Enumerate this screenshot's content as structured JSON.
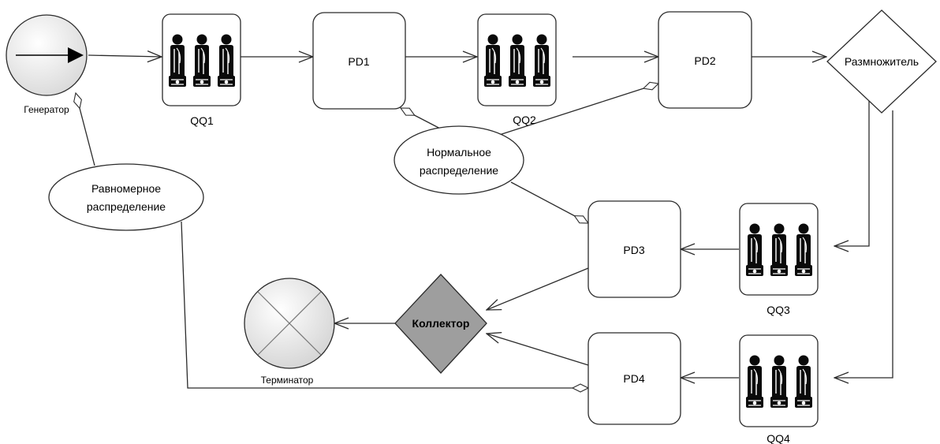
{
  "diagram": {
    "generator": {
      "label": "Генератор"
    },
    "terminator": {
      "label": "Терминатор"
    },
    "queues": {
      "qq1": {
        "label": "QQ1"
      },
      "qq2": {
        "label": "QQ2"
      },
      "qq3": {
        "label": "QQ3"
      },
      "qq4": {
        "label": "QQ4"
      }
    },
    "processes": {
      "pd1": {
        "label": "PD1"
      },
      "pd2": {
        "label": "PD2"
      },
      "pd3": {
        "label": "PD3"
      },
      "pd4": {
        "label": "PD4"
      }
    },
    "splitter": {
      "label": "Размножитель"
    },
    "collector": {
      "label": "Коллектор"
    },
    "distributions": {
      "normal": {
        "line1": "Нормальное",
        "line2": "распределение"
      },
      "uniform": {
        "line1": "Равномерное",
        "line2": "распределение"
      }
    },
    "colors": {
      "collector_fill": "#9e9e9e",
      "stroke": "#2b2b2b",
      "queue_person": "#0a0a0a"
    }
  }
}
